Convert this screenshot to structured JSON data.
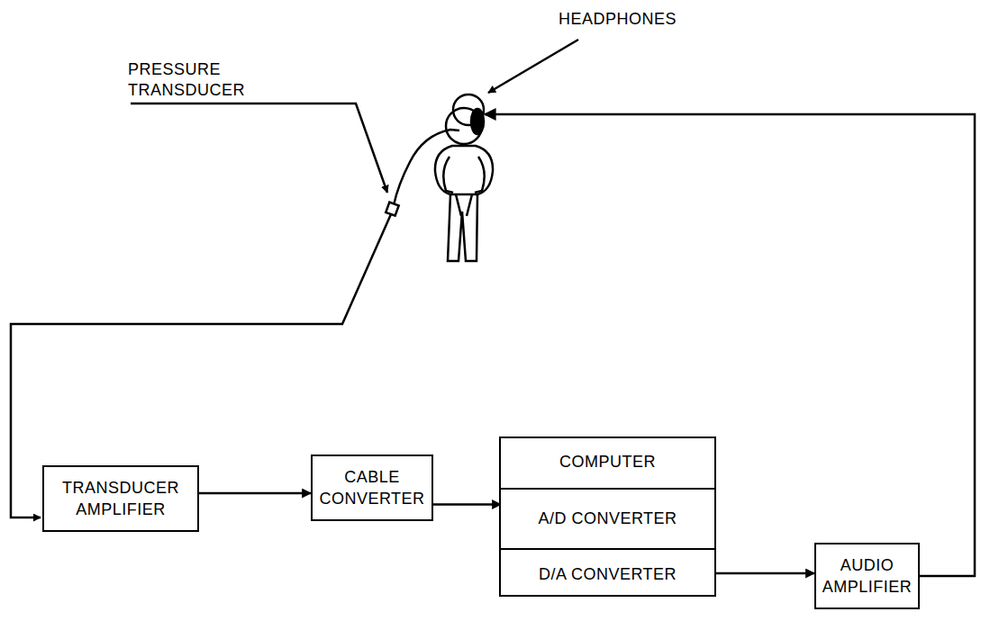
{
  "diagram": {
    "nodes": [
      {
        "text": [
          "TRANSDUCER AMPLIFIER"
        ]
      },
      {
        "text": [
          "CABLE CONVERTER"
        ]
      },
      {
        "text": [
          "COMPUTER"
        ]
      },
      {
        "text": [
          "A/D CONVERTER"
        ],
        "in": 2
      },
      {
        "text": [
          "D/A CONVERTER"
        ],
        "in": 2
      },
      {
        "text": [
          "AUDIO AMPLIFIER"
        ]
      }
    ],
    "edges": [
      {
        "from": 0,
        "to": 1,
        "arrow": "to"
      },
      {
        "from": 1,
        "to": 3,
        "arrow": "to"
      },
      {
        "from": 4,
        "to": 5,
        "arrow": "to"
      }
    ],
    "labels": [
      "HEADPHONES",
      "PRESSURE TRANSDUCER"
    ]
  }
}
